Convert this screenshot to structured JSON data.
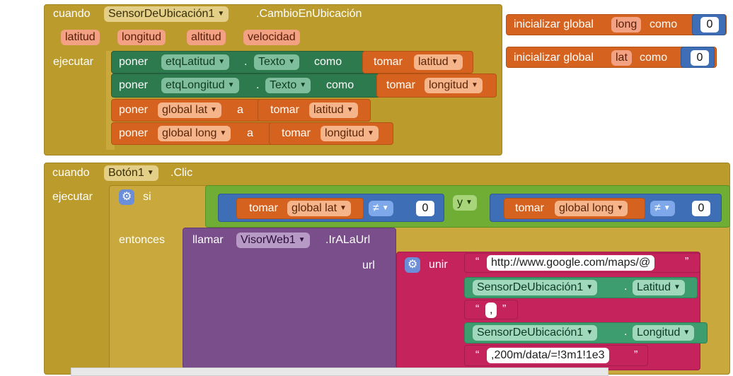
{
  "event1": {
    "when": "cuando",
    "component": "SensorDeUbicación1",
    "event": ".CambioEnUbicación",
    "params": [
      "latitud",
      "longitud",
      "altitud",
      "velocidad"
    ],
    "do": "ejecutar",
    "set_lat": {
      "set": "poner",
      "component": "etqLatitud",
      "dot": ".",
      "prop": "Texto",
      "as": "como",
      "get": "tomar",
      "var": "latitud"
    },
    "set_long": {
      "set": "poner",
      "component": "etqLongitud",
      "dot": ".",
      "prop": "Texto",
      "as": "como",
      "get": "tomar",
      "var": "longitud"
    },
    "set_glat": {
      "set": "poner",
      "var": "global lat",
      "to": "a",
      "get": "tomar",
      "val": "latitud"
    },
    "set_glong": {
      "set": "poner",
      "var": "global long",
      "to": "a",
      "get": "tomar",
      "val": "longitud"
    }
  },
  "globals": [
    {
      "init": "inicializar global",
      "name": "long",
      "as": "como",
      "value": "0"
    },
    {
      "init": "inicializar global",
      "name": "lat",
      "as": "como",
      "value": "0"
    }
  ],
  "event2": {
    "when": "cuando",
    "component": "Botón1",
    "event": ".Clic",
    "do": "ejecutar",
    "if": "si",
    "then": "entonces",
    "cond_left": {
      "get": "tomar",
      "var": "global lat",
      "op": "≠",
      "value": "0"
    },
    "and": "y",
    "cond_right": {
      "get": "tomar",
      "var": "global long",
      "op": "≠",
      "value": "0"
    },
    "call": {
      "call": "llamar",
      "component": "VisorWeb1",
      "method": ".IrALaUrl",
      "url": "url"
    },
    "join": "unir",
    "strings": {
      "s1": "http://www.google.com/maps/@",
      "sensor1": "SensorDeUbicación1",
      "prop1": "Latitud",
      "s2": ",",
      "sensor2": "SensorDeUbicación1",
      "prop2": "Longitud",
      "s3": ",200m/data/=!3m1!1e3"
    }
  }
}
